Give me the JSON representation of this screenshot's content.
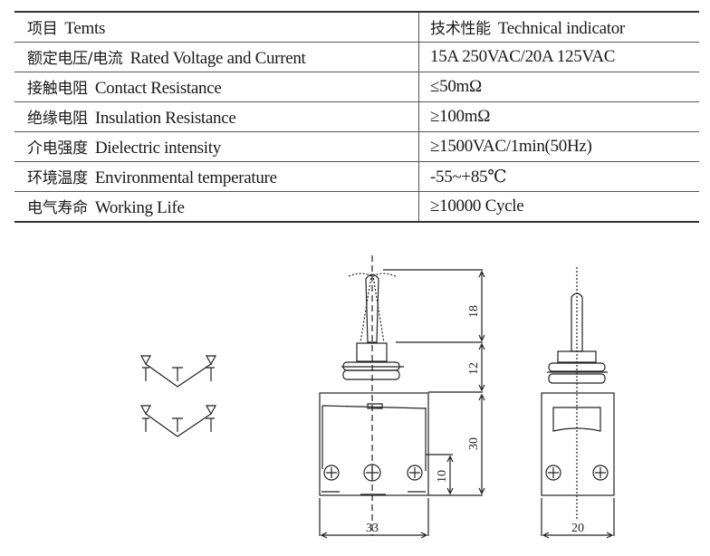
{
  "table": {
    "header": {
      "item_cn": "项目",
      "item_en": "Temts",
      "spec_cn": "技术性能",
      "spec_en": "Technical indicator"
    },
    "rows": [
      {
        "cn": "额定电压/电流",
        "en": "Rated  Voltage and Current",
        "value": "15A  250VAC/20A  125VAC"
      },
      {
        "cn": "接触电阻",
        "en": "Contact Resistance",
        "value": "≤50mΩ"
      },
      {
        "cn": "绝缘电阻",
        "en": "Insulation  Resistance",
        "value": "≥100mΩ"
      },
      {
        "cn": "介电强度",
        "en": "Dielectric intensity",
        "value": "≥1500VAC/1min(50Hz)"
      },
      {
        "cn": "环境温度",
        "en": "Environmental temperature",
        "value": "-55~+85℃"
      },
      {
        "cn": "电气寿命",
        "en": "Working Life",
        "value": "≥10000 Cycle"
      }
    ]
  },
  "drawing": {
    "dims": {
      "lever": "18",
      "bushing": "12",
      "body": "30",
      "terminal": "10",
      "width_front": "33",
      "width_side": "20"
    }
  }
}
